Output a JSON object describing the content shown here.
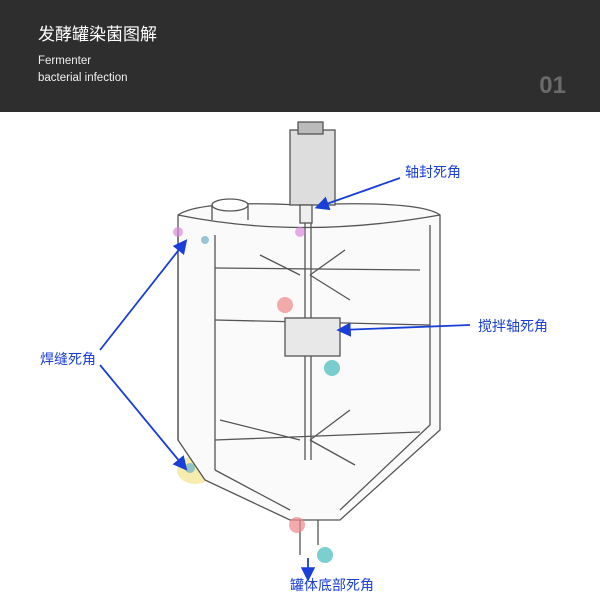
{
  "header": {
    "title": "发酵罐染菌图解",
    "subtitle_line1": "Fermenter",
    "subtitle_line2": "bacterial infection",
    "page_number": "01"
  },
  "labels": {
    "shaft_seal": "轴封死角",
    "agitator_shaft": "搅拌轴死角",
    "weld_seam": "焊缝死角",
    "tank_bottom": "罐体底部死角"
  },
  "colors": {
    "header_bg": "#2e2e2e",
    "label_blue": "#1a3fd6",
    "highlight_yellow": "#f3e79a"
  }
}
